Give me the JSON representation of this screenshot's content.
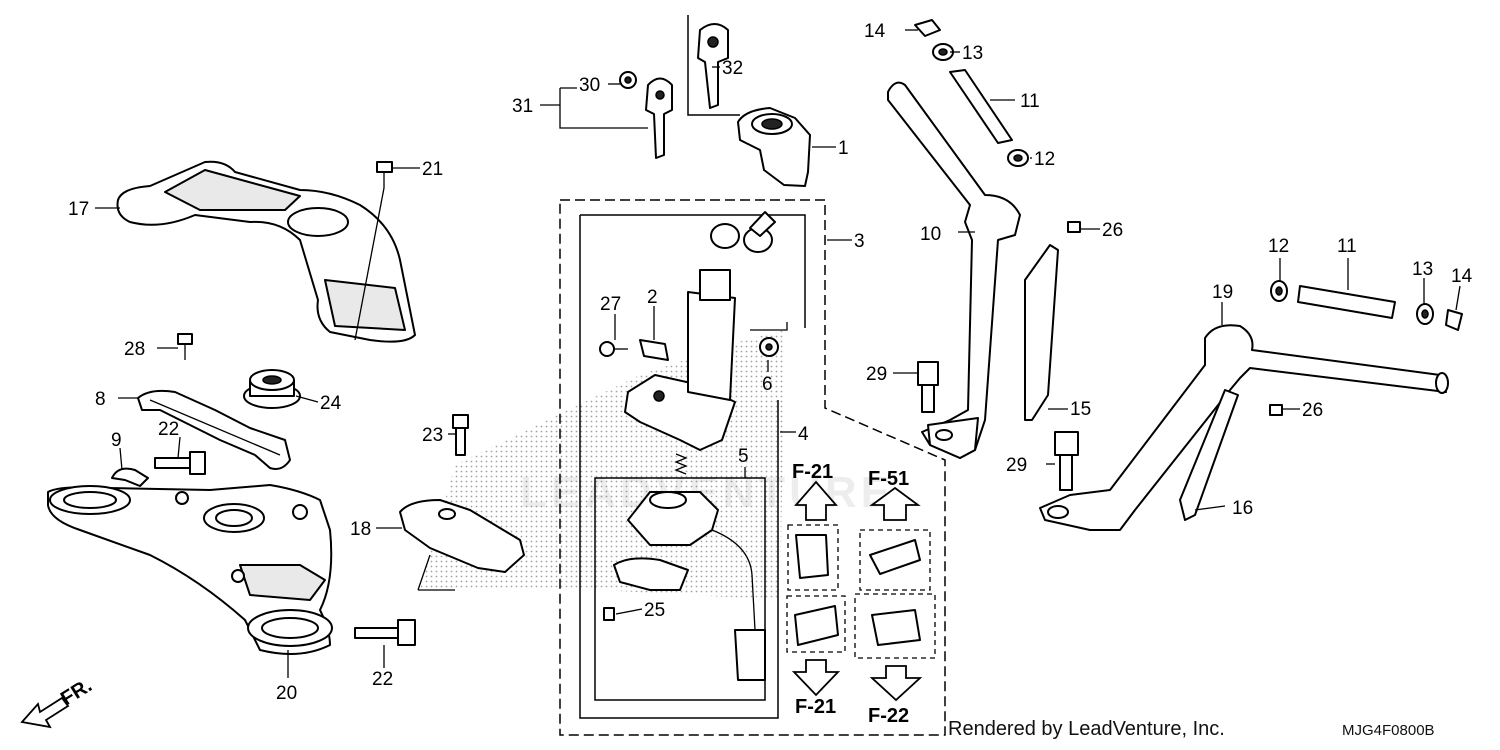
{
  "callouts": {
    "p1": "1",
    "p2": "2",
    "p3": "3",
    "p4": "4",
    "p5": "5",
    "p6": "6",
    "p8": "8",
    "p9": "9",
    "p10": "10",
    "p11a": "11",
    "p11b": "11",
    "p12a": "12",
    "p12b": "12",
    "p13a": "13",
    "p13b": "13",
    "p14a": "14",
    "p14b": "14",
    "p15": "15",
    "p16": "16",
    "p17": "17",
    "p18": "18",
    "p19": "19",
    "p20": "20",
    "p21": "21",
    "p22a": "22",
    "p22b": "22",
    "p23": "23",
    "p24": "24",
    "p25": "25",
    "p26a": "26",
    "p26b": "26",
    "p27": "27",
    "p28": "28",
    "p29a": "29",
    "p29b": "29",
    "p30": "30",
    "p31": "31",
    "p32": "32"
  },
  "figure_refs": {
    "f21_top": "F-21",
    "f51": "F-51",
    "f21_bottom": "F-21",
    "f22": "F-22"
  },
  "direction_marker": "FR.",
  "watermark": "LEADVENTURE",
  "credit": "Rendered by LeadVenture, Inc.",
  "diagram_code": "MJG4F0800B"
}
